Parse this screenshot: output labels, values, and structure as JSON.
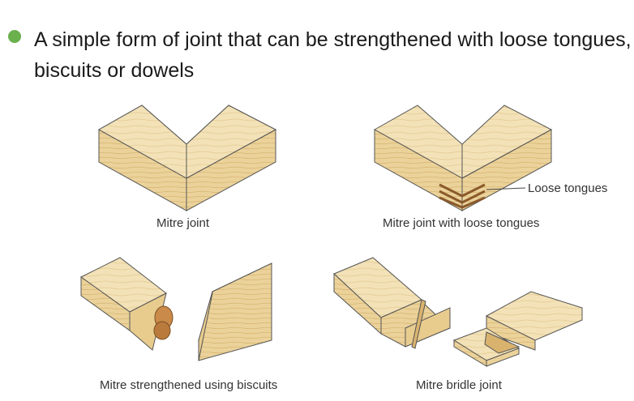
{
  "bullet": {
    "text": "A simple form of joint that can be strengthened with loose tongues, biscuits or dowels",
    "color": "#6ab04c"
  },
  "figures": [
    {
      "caption": "Mitre joint"
    },
    {
      "caption": "Mitre joint with loose tongues",
      "callout": "Loose tongues"
    },
    {
      "caption": "Mitre strengthened using biscuits"
    },
    {
      "caption": "Mitre bridle joint"
    }
  ],
  "colors": {
    "wood_top": "#f3e2b8",
    "wood_side": "#e8cc8e",
    "wood_dark": "#d9b36e",
    "biscuit": "#c98a4a",
    "tongue": "#8a5a2b"
  }
}
